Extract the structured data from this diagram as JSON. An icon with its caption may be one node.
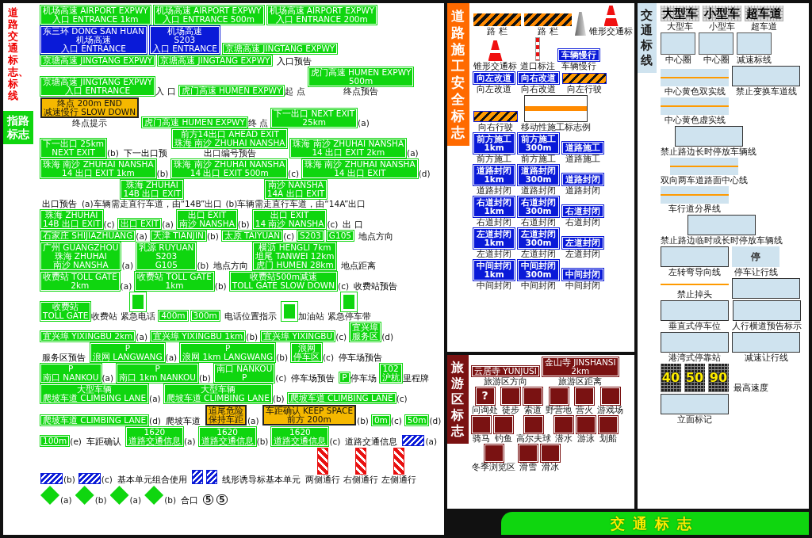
{
  "diagram": {
    "caption": "交通标志",
    "nodes": [
      {
        "text": [
          "道路交通标志、标线"
        ]
      },
      {
        "text": [
          "指路标志"
        ],
        "in": 0
      },
      {
        "text": [
          "机场高速 AIRPORT EXPWY",
          "入口 ENTRANCE 1km"
        ],
        "in": 0
      },
      {
        "text": [
          "机场高速 AIRPORT EXPWY",
          "入口 ENTRANCE 500m"
        ],
        "in": 0
      },
      {
        "text": [
          "机场高速 AIRPORT EXPWY",
          "入口 ENTRANCE 200m"
        ],
        "in": 0
      },
      {
        "text": [
          "东三环 DONG SAN HUAN",
          "机场高速",
          "入口 ENTRANCE"
        ],
        "in": 0
      },
      {
        "text": [
          "机场高速",
          "S203",
          "入口 ENTRANCE"
        ],
        "in": 0
      },
      {
        "text": [
          "京塘高速 JINGTANG EXPWY"
        ],
        "in": 0
      },
      {
        "text": [
          "京塘高速 JINGTANG EXPWY"
        ],
        "in": 0
      },
      {
        "text": [
          "京塘高速 JINGTANG EXPWY"
        ],
        "in": 0
      },
      {
        "text": [
          "京塘高速 JINGTANG EXPWY",
          "入口 ENTRANCE"
        ],
        "in": 0,
        "beside": [
          "入 口"
        ]
      },
      {
        "text": [
          "虎门高速 HUMEN EXPWY"
        ],
        "in": 0,
        "beside": [
          "起 点"
        ]
      },
      {
        "text": [
          "虎门高速 HUMEN EXPWY",
          "500m"
        ],
        "in": 0,
        "beside": [
          "终点预告"
        ]
      },
      {
        "text": [
          "终点 200m END",
          "减速慢行 SLOW DOWN"
        ],
        "in": 0,
        "beside": [
          "终点提示"
        ]
      },
      {
        "text": [
          "虎门高速 HUMEN EXPWY"
        ],
        "in": 0,
        "beside": [
          "终 点"
        ]
      },
      {
        "text": [
          "下一出口 NEXT EXIT",
          "25km"
        ],
        "in": 0,
        "beside": [
          "(a)"
        ]
      },
      {
        "text": [
          "下一出口 25km",
          "NEXT EXIT"
        ],
        "in": 0,
        "beside": [
          "(b)"
        ]
      },
      {
        "text": [
          "前方14出口 AHEAD EXIT",
          "珠海 南沙 ZHUHAI NANSHA"
        ],
        "in": 0,
        "beside": [
          "出口编号预告"
        ]
      },
      {
        "text": [
          "珠海 南沙 ZHUHAI NANSHA",
          "14 出口 EXIT 2km"
        ],
        "in": 0,
        "beside": [
          "(a)"
        ]
      },
      {
        "text": [
          "珠海 南沙 ZHUHAI NANSHA",
          "14 出口 EXIT 1km"
        ],
        "in": 0,
        "beside": [
          "(b)"
        ]
      },
      {
        "text": [
          "珠海 南沙 ZHUHAI NANSHA",
          "14 出口 EXIT 500m"
        ],
        "in": 0,
        "beside": [
          "(c)"
        ]
      },
      {
        "text": [
          "珠海 南沙 ZHUHAI NANSHA",
          "14 出口 EXIT"
        ],
        "in": 0,
        "beside": [
          "(d)"
        ]
      },
      {
        "text": [
          "珠海 ZHUHAI",
          "14B 出口 EXIT"
        ],
        "in": 0,
        "beside": [
          "(a)车辆需走直行车道，由“14B”出口"
        ]
      },
      {
        "text": [
          "南沙 NANSHA",
          "14A 出口 EXIT"
        ],
        "in": 0,
        "beside": [
          "(b)车辆需走直行车道，由“14A”出口"
        ]
      },
      {
        "text": [
          "珠海 ZHUHAI",
          "14B 出口 EXIT"
        ],
        "in": 0,
        "beside": [
          "(c)"
        ]
      },
      {
        "text": [
          "出口 EXIT"
        ],
        "in": 0,
        "beside": [
          "(a)"
        ]
      },
      {
        "text": [
          "出口 EXIT",
          "南沙 NANSHA"
        ],
        "in": 0,
        "beside": [
          "(b)"
        ]
      },
      {
        "text": [
          "出口 EXIT",
          "14 南沙 NANSHA"
        ],
        "in": 0,
        "beside": [
          "(c)"
        ]
      },
      {
        "text": [
          "石家庄 SHIJIAZHUANG"
        ],
        "in": 0,
        "beside": [
          "(a)"
        ]
      },
      {
        "text": [
          "天津 TIANJIN"
        ],
        "in": 0,
        "beside": [
          "(b)"
        ]
      },
      {
        "text": [
          "太原 TAIYUAN"
        ],
        "in": 0,
        "beside": [
          "(c)"
        ]
      },
      {
        "text": [
          "S203"
        ],
        "in": 0
      },
      {
        "text": [
          "G105"
        ],
        "in": 0
      },
      {
        "text": [
          "广州 GUANGZHOU",
          "珠海 ZHUHAI",
          "南沙 NANSHA"
        ],
        "in": 0,
        "beside": [
          "(a)"
        ]
      },
      {
        "text": [
          "乳源 RUYUAN",
          "S203",
          "G105"
        ],
        "in": 0,
        "beside": [
          "(b)"
        ]
      },
      {
        "text": [
          "横沥 HENGLI 7km",
          "坦尾 TANWEI 12km",
          "虎门 HUMEN 28km"
        ],
        "in": 0
      },
      {
        "text": [
          "收费站 TOLL GATE",
          "2km"
        ],
        "in": 0,
        "beside": [
          "(a)"
        ]
      },
      {
        "text": [
          "收费站 TOLL GATE",
          "1km"
        ],
        "in": 0,
        "beside": [
          "(b)"
        ]
      },
      {
        "text": [
          "收费站500m减速",
          "TOLL GATE SLOW DOWN"
        ],
        "in": 0,
        "beside": [
          "(c)"
        ]
      },
      {
        "text": [
          "收费站",
          "TOLL GATE"
        ],
        "in": 0,
        "beside": [
          "收费站"
        ]
      },
      {
        "text": [],
        "shape": "box",
        "in": 0,
        "beside": [
          "紧急电话"
        ]
      },
      {
        "text": [
          "400m"
        ],
        "in": 0
      },
      {
        "text": [
          "300m"
        ],
        "in": 0
      },
      {
        "text": [],
        "shape": "box",
        "in": 0,
        "beside": [
          "加油站"
        ]
      },
      {
        "text": [],
        "shape": "box",
        "in": 0,
        "beside": [
          "紧急停车带"
        ]
      },
      {
        "text": [
          "宜兴埠 YIXINGBU 2km"
        ],
        "in": 0,
        "beside": [
          "(a)"
        ]
      },
      {
        "text": [
          "宜兴埠 YIXINGBU 1km"
        ],
        "in": 0,
        "beside": [
          "(b)"
        ]
      },
      {
        "text": [
          "宜兴埠 YIXINGBU"
        ],
        "in": 0,
        "beside": [
          "(c)"
        ]
      },
      {
        "text": [
          "宜兴埠",
          "服务区"
        ],
        "in": 0,
        "beside": [
          "(d)"
        ]
      },
      {
        "text": [
          "P",
          "浪网 LANGWANG"
        ],
        "in": 0,
        "beside": [
          "(a)"
        ]
      },
      {
        "text": [
          "P",
          "浪网 1km LANGWANG"
        ],
        "in": 0,
        "beside": [
          "(b)"
        ]
      },
      {
        "text": [
          "浪网",
          "停车区"
        ],
        "in": 0,
        "beside": [
          "(c)"
        ]
      },
      {
        "text": [
          "P",
          "南口 NANKOU"
        ],
        "in": 0,
        "beside": [
          "(a)"
        ]
      },
      {
        "text": [
          "P",
          "南口 1km NANKOU"
        ],
        "in": 0,
        "beside": [
          "(b)"
        ]
      },
      {
        "text": [
          "南口 NANKOU",
          "P"
        ],
        "in": 0,
        "beside": [
          "(c)"
        ]
      },
      {
        "text": [
          "P"
        ],
        "in": 0,
        "beside": [
          "停车场"
        ]
      },
      {
        "text": [
          "102",
          "沪杭"
        ],
        "in": 0,
        "beside": [
          "里程牌"
        ]
      },
      {
        "text": [
          "大型车辆",
          "爬坡车道 CLIMBING LANE"
        ],
        "in": 0,
        "beside": [
          "(a)"
        ]
      },
      {
        "text": [
          "大型车辆",
          "爬坡车道 CLIMBING LANE"
        ],
        "in": 0,
        "beside": [
          "(b)"
        ]
      },
      {
        "text": [
          "爬坡车道 CLIMBING LANE"
        ],
        "in": 0,
        "beside": [
          "(c)"
        ]
      },
      {
        "text": [
          "爬坡车道 CLIMBING LANE"
        ],
        "in": 0,
        "beside": [
          "(d)"
        ]
      },
      {
        "text": [
          "追尾危险",
          "保持车距"
        ],
        "in": 0,
        "beside": [
          "(a)"
        ]
      },
      {
        "text": [
          "车距确认 KEEP SPACE",
          "前方 200m"
        ],
        "in": 0,
        "beside": [
          "(b)"
        ]
      },
      {
        "text": [
          "0m"
        ],
        "in": 0,
        "beside": [
          "(c)"
        ]
      },
      {
        "text": [
          "50m"
        ],
        "in": 0,
        "beside": [
          "(d)"
        ]
      },
      {
        "text": [
          "100m"
        ],
        "in": 0,
        "beside": [
          "(e)"
        ]
      },
      {
        "text": [
          "1620",
          "道路交通信息"
        ],
        "in": 0,
        "beside": [
          "(a)"
        ]
      },
      {
        "text": [
          "1620",
          "道路交通信息"
        ],
        "in": 0,
        "beside": [
          "(b)"
        ]
      },
      {
        "text": [
          "1620",
          "道路交通信息"
        ],
        "in": 0,
        "beside": [
          "(c)"
        ]
      },
      {
        "text": [],
        "shape": "box",
        "in": 0,
        "beside": [
          "(a)"
        ]
      },
      {
        "text": [],
        "shape": "box",
        "in": 0,
        "beside": [
          "(b)"
        ]
      },
      {
        "text": [],
        "shape": "box",
        "in": 0,
        "beside": [
          "(c)"
        ]
      },
      {
        "text": [],
        "shape": "box",
        "in": 0
      },
      {
        "text": [],
        "shape": "box",
        "in": 0
      },
      {
        "text": [],
        "shape": "box",
        "in": 0,
        "beside": [
          "两侧通行"
        ]
      },
      {
        "text": [],
        "shape": "box",
        "in": 0,
        "beside": [
          "右侧通行"
        ]
      },
      {
        "text": [],
        "shape": "box",
        "in": 0,
        "beside": [
          "左侧通行"
        ]
      },
      {
        "text": [],
        "shape": "diamond",
        "in": 0,
        "beside": [
          "(a)"
        ]
      },
      {
        "text": [],
        "shape": "diamond",
        "in": 0,
        "beside": [
          "(b)"
        ]
      },
      {
        "text": [],
        "shape": "diamond",
        "in": 0,
        "beside": [
          "(a)"
        ]
      },
      {
        "text": [],
        "shape": "diamond",
        "in": 0,
        "beside": [
          "(b)"
        ]
      },
      {
        "text": [
          "5"
        ],
        "in": 0
      },
      {
        "text": [
          "5"
        ],
        "in": 0
      },
      {
        "text": [
          "道路施工安全标志"
        ]
      },
      {
        "text": [],
        "shape": "box",
        "in": 83,
        "beside": [
          "路 栏"
        ]
      },
      {
        "text": [],
        "shape": "box",
        "in": 83,
        "beside": [
          "路 栏"
        ]
      },
      {
        "text": [],
        "shape": "triangle",
        "in": 83
      },
      {
        "text": [],
        "shape": "triangle",
        "in": 83,
        "beside": [
          "锥形交通标"
        ]
      },
      {
        "text": [],
        "shape": "triangle",
        "in": 83,
        "beside": [
          "锥形交通标"
        ]
      },
      {
        "text": [],
        "shape": "box",
        "in": 83,
        "beside": [
          "道口标注"
        ]
      },
      {
        "text": [
          "车辆慢行"
        ],
        "in": 83,
        "beside": [
          "车辆慢行"
        ]
      },
      {
        "text": [
          "向左改道"
        ],
        "in": 83,
        "beside": [
          "向左改道"
        ]
      },
      {
        "text": [
          "向右改道"
        ],
        "in": 83,
        "beside": [
          "向右改道"
        ]
      },
      {
        "text": [],
        "shape": "box",
        "in": 83,
        "beside": [
          "向左行驶"
        ]
      },
      {
        "text": [],
        "shape": "box",
        "in": 83,
        "beside": [
          "向右行驶"
        ]
      },
      {
        "text": [],
        "shape": "picture",
        "in": 83,
        "beside": [
          "移动性施工标志例"
        ]
      },
      {
        "text": [
          "前方施工",
          "1km"
        ],
        "in": 83,
        "beside": [
          "前方施工"
        ]
      },
      {
        "text": [
          "前方施工",
          "300m"
        ],
        "in": 83,
        "beside": [
          "前方施工"
        ]
      },
      {
        "text": [
          "道路施工"
        ],
        "in": 83,
        "beside": [
          "道路施工"
        ]
      },
      {
        "text": [
          "道路封闭",
          "1km"
        ],
        "in": 83,
        "beside": [
          "道路封闭"
        ]
      },
      {
        "text": [
          "道路封闭",
          "300m"
        ],
        "in": 83,
        "beside": [
          "道路封闭"
        ]
      },
      {
        "text": [
          "道路封闭"
        ],
        "in": 83,
        "beside": [
          "道路封闭"
        ]
      },
      {
        "text": [
          "右道封闭",
          "1km"
        ],
        "in": 83,
        "beside": [
          "右道封闭"
        ]
      },
      {
        "text": [
          "右道封闭",
          "300m"
        ],
        "in": 83,
        "beside": [
          "右道封闭"
        ]
      },
      {
        "text": [
          "右道封闭"
        ],
        "in": 83,
        "beside": [
          "右道封闭"
        ]
      },
      {
        "text": [
          "左道封闭",
          "1km"
        ],
        "in": 83,
        "beside": [
          "左道封闭"
        ]
      },
      {
        "text": [
          "左道封闭",
          "300m"
        ],
        "in": 83,
        "beside": [
          "左道封闭"
        ]
      },
      {
        "text": [
          "左道封闭"
        ],
        "in": 83,
        "beside": [
          "左道封闭"
        ]
      },
      {
        "text": [
          "中间封闭",
          "1km"
        ],
        "in": 83,
        "beside": [
          "中间封闭"
        ]
      },
      {
        "text": [
          "中间封闭",
          "300m"
        ],
        "in": 83,
        "beside": [
          "中间封闭"
        ]
      },
      {
        "text": [
          "中间封闭"
        ],
        "in": 83,
        "beside": [
          "中间封闭"
        ]
      },
      {
        "text": [
          "旅游区标志"
        ]
      },
      {
        "text": [
          "云居寺 YUNJUSI"
        ],
        "in": 111,
        "beside": [
          "旅游区方向"
        ]
      },
      {
        "text": [
          "金山寺 JINSHANSI",
          "2km"
        ],
        "in": 111,
        "beside": [
          "旅游区距离"
        ]
      },
      {
        "text": [
          "?"
        ],
        "in": 111,
        "beside": [
          "问询处"
        ]
      },
      {
        "text": [],
        "shape": "box",
        "in": 111,
        "beside": [
          "徒步"
        ]
      },
      {
        "text": [],
        "shape": "box",
        "in": 111,
        "beside": [
          "索道"
        ]
      },
      {
        "text": [],
        "shape": "box",
        "in": 111,
        "beside": [
          "野营地"
        ]
      },
      {
        "text": [],
        "shape": "box",
        "in": 111,
        "beside": [
          "营火"
        ]
      },
      {
        "text": [],
        "shape": "box",
        "in": 111,
        "beside": [
          "游戏场"
        ]
      },
      {
        "text": [],
        "shape": "box",
        "in": 111,
        "beside": [
          "骑马"
        ]
      },
      {
        "text": [],
        "shape": "box",
        "in": 111,
        "beside": [
          "钓鱼"
        ]
      },
      {
        "text": [],
        "shape": "box",
        "in": 111,
        "beside": [
          "高尔夫球"
        ]
      },
      {
        "text": [],
        "shape": "box",
        "in": 111,
        "beside": [
          "潜水"
        ]
      },
      {
        "text": [],
        "shape": "box",
        "in": 111,
        "beside": [
          "游泳"
        ]
      },
      {
        "text": [],
        "shape": "box",
        "in": 111,
        "beside": [
          "划船"
        ]
      },
      {
        "text": [],
        "shape": "box",
        "in": 111,
        "beside": [
          "冬季浏览区"
        ]
      },
      {
        "text": [],
        "shape": "box",
        "in": 111,
        "beside": [
          "滑雪"
        ]
      },
      {
        "text": [],
        "shape": "box",
        "in": 111,
        "beside": [
          "滑冰"
        ]
      },
      {
        "text": [
          "交通标线"
        ]
      },
      {
        "text": [
          "大型车"
        ],
        "in": 129,
        "beside": [
          "大型车"
        ]
      },
      {
        "text": [
          "小型车"
        ],
        "in": 129,
        "beside": [
          "小型车"
        ]
      },
      {
        "text": [
          "超车道"
        ],
        "in": 129,
        "beside": [
          "超车道"
        ]
      },
      {
        "text": [],
        "shape": "box",
        "in": 129,
        "beside": [
          "中心圈"
        ]
      },
      {
        "text": [],
        "shape": "box",
        "in": 129,
        "beside": [
          "中心圈"
        ]
      },
      {
        "text": [],
        "shape": "box",
        "in": 129,
        "beside": [
          "减速标线"
        ]
      },
      {
        "text": [],
        "shape": "box",
        "in": 129,
        "beside": [
          "中心黄色双实线"
        ]
      },
      {
        "text": [],
        "shape": "box",
        "in": 129,
        "beside": [
          "禁止变换车道线"
        ]
      },
      {
        "text": [],
        "shape": "box",
        "in": 129,
        "beside": [
          "中心黄色虚实线"
        ]
      },
      {
        "text": [],
        "shape": "box",
        "in": 129,
        "beside": [
          "禁止路边长时停放车辆线"
        ]
      },
      {
        "text": [],
        "shape": "box",
        "in": 129,
        "beside": [
          "双向两车道路面中心线"
        ]
      },
      {
        "text": [],
        "shape": "box",
        "in": 129,
        "beside": [
          "车行道分界线"
        ]
      },
      {
        "text": [],
        "shape": "box",
        "in": 129,
        "beside": [
          "禁止路边临时或长时停放车辆线"
        ]
      },
      {
        "text": [],
        "shape": "box",
        "in": 129,
        "beside": [
          "左转弯导向线"
        ]
      },
      {
        "text": [
          "停"
        ],
        "in": 129,
        "beside": [
          "停车让行线"
        ]
      },
      {
        "text": [],
        "shape": "box",
        "in": 129,
        "beside": [
          "禁止掉头"
        ]
      },
      {
        "text": [],
        "shape": "box",
        "in": 129
      },
      {
        "text": [],
        "shape": "box",
        "in": 129,
        "beside": [
          "垂直式停车位"
        ]
      },
      {
        "text": [],
        "shape": "box",
        "in": 129,
        "beside": [
          "人行横道预告标示"
        ]
      },
      {
        "text": [],
        "shape": "box",
        "in": 129,
        "beside": [
          "港湾式停靠站"
        ]
      },
      {
        "text": [],
        "shape": "box",
        "in": 129,
        "beside": [
          "减速让行线"
        ]
      },
      {
        "text": [
          "40"
        ],
        "in": 129
      },
      {
        "text": [
          "50"
        ],
        "in": 129
      },
      {
        "text": [
          "90"
        ],
        "in": 129
      },
      {
        "text": [],
        "shape": "box",
        "in": 129,
        "beside": [
          "立面标记"
        ]
      }
    ],
    "labels": [
      "入口预告",
      "下一出口预",
      "出口预告",
      "出 口",
      "地点方向",
      "地点方向",
      "地点距离",
      "收费站预告",
      "电话位置指示",
      "服务区预告",
      "停车场预告",
      "停车场预告",
      "爬坡车道",
      "车距确认",
      "道路交通信息",
      "基本单元组合使用",
      "线形诱导标基本单元",
      "合口",
      "最高速度"
    ]
  }
}
